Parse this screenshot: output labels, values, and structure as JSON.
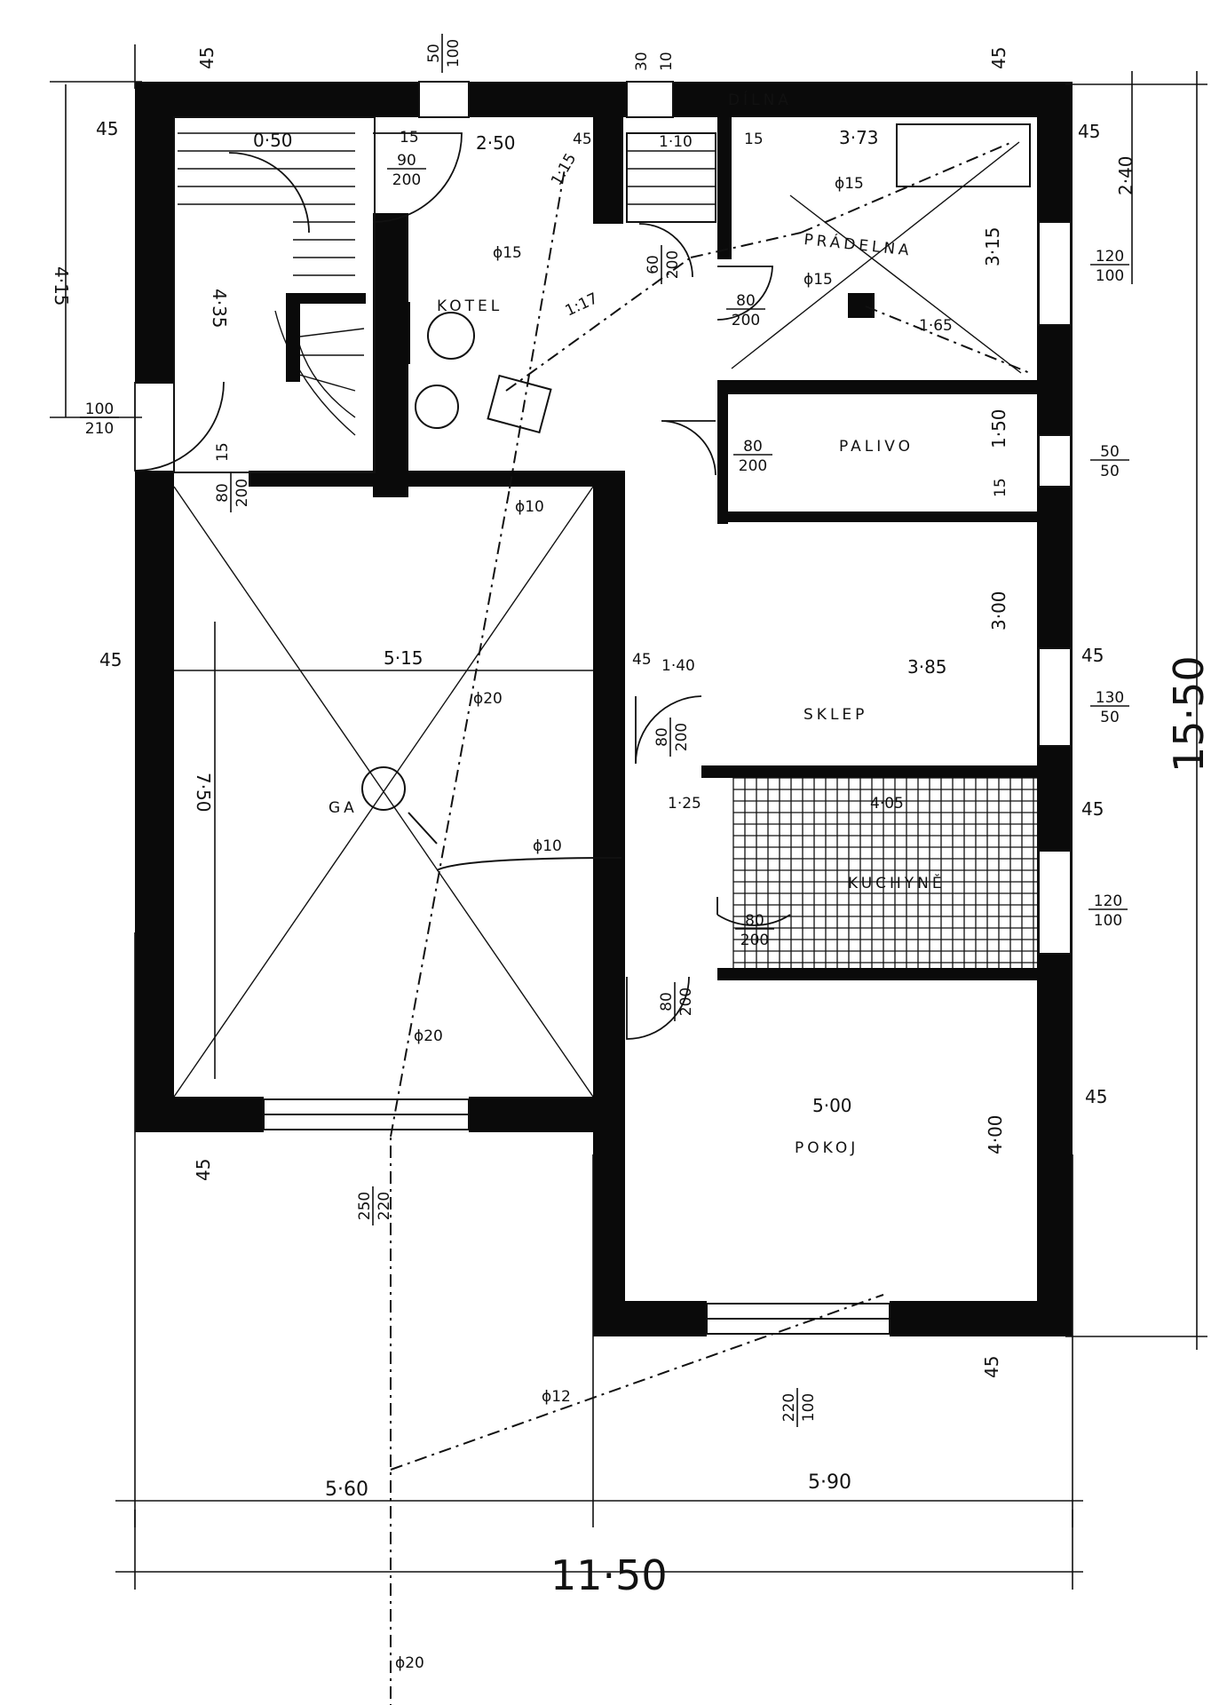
{
  "rooms": {
    "kotel": "KOTEL",
    "prádelna": "PRÁDELNA",
    "palivo": "PALIVO",
    "sklep": "SKLEP",
    "garaz": "GA",
    "kuchyne": "KUCHYNĚ",
    "pokoj": "POKOJ",
    "dilna": "DÍLNA"
  },
  "overall": {
    "width": "11·50",
    "depth": "15·50",
    "left_bottom": "5·60",
    "right_bottom": "5·90"
  },
  "dims": {
    "w45_tl": "45",
    "w45_tl2": "45",
    "w45_left_garage": "45",
    "w45_left_bottom": "45",
    "w45_right_top": "45",
    "w45_right_top2": "45",
    "w45_right_mid": "45",
    "w45_right_kitchen": "45",
    "w45_right_pokoj": "45",
    "w45_bottom_right": "45",
    "w45_mid": "45",
    "w45_mid2": "45",
    "w15a": "15",
    "w15b": "15",
    "w15c": "15",
    "w15d": "15",
    "w30": "30",
    "w10": "10",
    "d050": "0·50",
    "d250": "2·50",
    "d373": "3·73",
    "d415": "4·15",
    "d435": "4·35",
    "d240": "2·40",
    "d315": "3·15",
    "d150": "1·50",
    "d300": "3·00",
    "d385": "3·85",
    "d515": "5·15",
    "d750": "7·50",
    "d500": "5·00",
    "d400": "4·00",
    "d140": "1·40",
    "d110": "1·10",
    "d405": "4·05",
    "d125": "1·25",
    "d165": "1·65",
    "slope_a": "1:17",
    "slope_b": "1:15",
    "win_top_n": "50",
    "win_top_d": "100",
    "door_stair_n": "90",
    "door_stair_d": "200",
    "door_entry_n": "100",
    "door_entry_d": "210",
    "door_garage_n": "80",
    "door_garage_d": "200",
    "door_kotel_n": "60",
    "door_kotel_d": "200",
    "door_prad_n": "80",
    "door_prad_d": "200",
    "win_prad_n": "120",
    "win_prad_d": "100",
    "door_palivo_n": "80",
    "door_palivo_d": "200",
    "win_palivo_n": "50",
    "win_palivo_d": "50",
    "win_sklep_n": "130",
    "win_sklep_d": "50",
    "door_sklep_n": "80",
    "door_sklep_d": "200",
    "door_kuch_n": "80",
    "door_kuch_d": "200",
    "win_kuch_n": "120",
    "win_kuch_d": "100",
    "door_pokoj_n": "80",
    "door_pokoj_d": "200",
    "gar_door_n": "250",
    "gar_door_d": "220",
    "win_pokoj_n": "220",
    "win_pokoj_d": "100"
  },
  "pipes": {
    "p15a": "ϕ15",
    "p15b": "ϕ15",
    "p15c": "ϕ15",
    "p10a": "ϕ10",
    "p10b": "ϕ10",
    "p20a": "ϕ20",
    "p20b": "ϕ20",
    "p20c": "ϕ20",
    "p12": "ϕ12"
  }
}
